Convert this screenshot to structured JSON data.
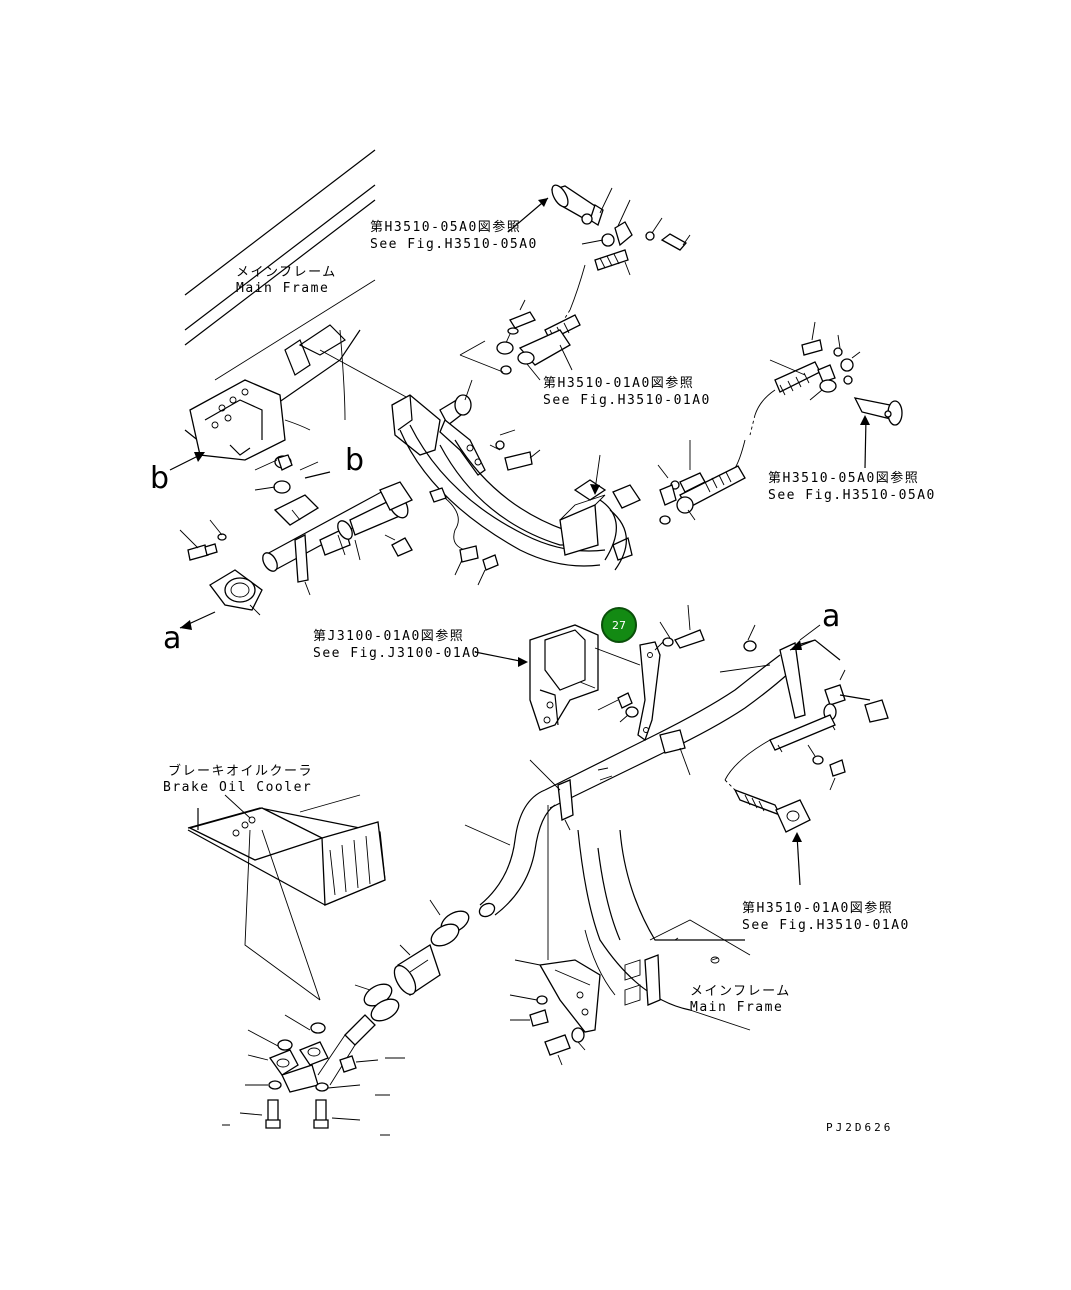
{
  "references": {
    "ref_h3510_05a0_top_jp": "第H3510-05A0図参照",
    "ref_h3510_05a0_top_en": "See Fig.H3510-05A0",
    "ref_h3510_01a0_mid_jp": "第H3510-01A0図参照",
    "ref_h3510_01a0_mid_en": "See Fig.H3510-01A0",
    "ref_h3510_05a0_right_jp": "第H3510-05A0図参照",
    "ref_h3510_05a0_right_en": "See Fig.H3510-05A0",
    "ref_j3100_01a0_jp": "第J3100-01A0図参照",
    "ref_j3100_01a0_en": "See Fig.J3100-01A0",
    "ref_h3510_01a0_low_jp": "第H3510-01A0図参照",
    "ref_h3510_01a0_low_en": "See Fig.H3510-01A0"
  },
  "components": {
    "main_frame_top_jp": "メインフレーム",
    "main_frame_top_en": "Main Frame",
    "brake_cooler_jp": "ブレーキオイルクーラ",
    "brake_cooler_en": "Brake Oil Cooler",
    "main_frame_bottom_jp": "メインフレーム",
    "main_frame_bottom_en": "Main Frame"
  },
  "markers": {
    "b_left": "b",
    "b_right": "b",
    "a_left": "a",
    "a_right": "a"
  },
  "callout": {
    "number": "27",
    "color": "#138a13"
  },
  "drawing_code": "PJ2D626"
}
